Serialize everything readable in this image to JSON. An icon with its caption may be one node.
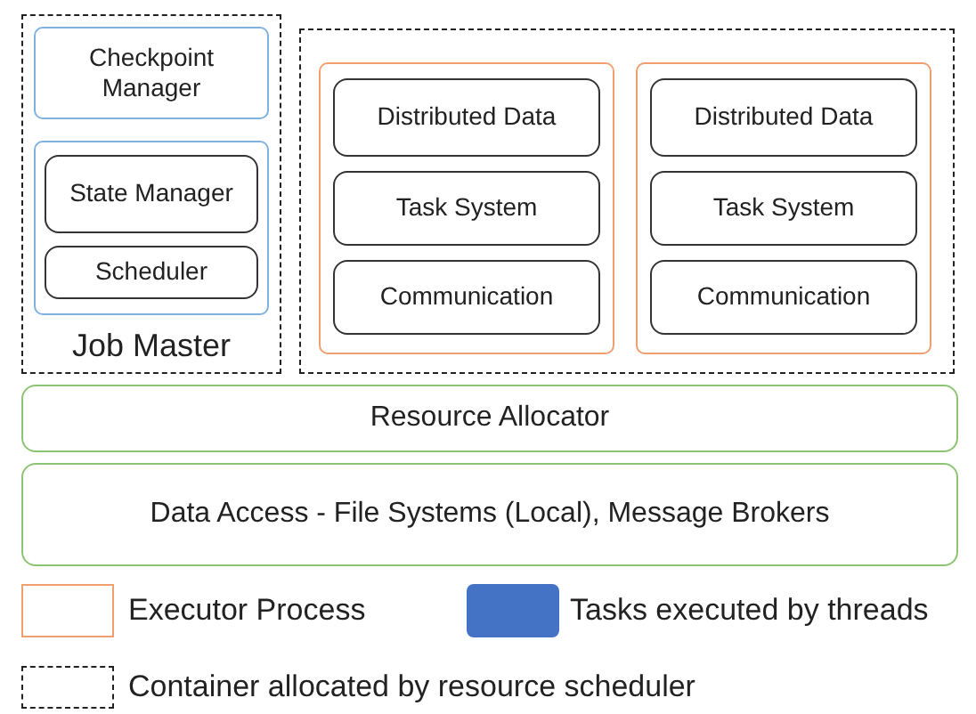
{
  "diagram": {
    "nodes": [
      {
        "text": [
          "Job Master"
        ]
      },
      {
        "text": [
          "Checkpoint Manager"
        ],
        "in": 0
      },
      {
        "text": [],
        "shape": "box",
        "in": 0
      },
      {
        "text": [
          "State Manager"
        ],
        "in": 2
      },
      {
        "text": [
          "Scheduler"
        ],
        "in": 2
      },
      {
        "text": [],
        "shape": "box"
      },
      {
        "text": [],
        "shape": "box",
        "in": 5
      },
      {
        "text": [
          "Distributed Data"
        ],
        "in": 6
      },
      {
        "text": [
          "Task System"
        ],
        "in": 6
      },
      {
        "text": [
          "Communication"
        ],
        "in": 6
      },
      {
        "text": [],
        "shape": "box",
        "in": 5
      },
      {
        "text": [
          "Distributed Data"
        ],
        "in": 10
      },
      {
        "text": [
          "Task System"
        ],
        "in": 10
      },
      {
        "text": [
          "Communication"
        ],
        "in": 10
      },
      {
        "text": [
          "Resource Allocator"
        ]
      },
      {
        "text": [
          "Data Access - File Systems (Local), Message Brokers"
        ]
      }
    ],
    "legend": [
      {
        "text": "Executor Process"
      },
      {
        "text": "Tasks executed by threads",
        "color": "#4472c4"
      },
      {
        "text": "Container allocated by resource scheduler"
      }
    ]
  }
}
